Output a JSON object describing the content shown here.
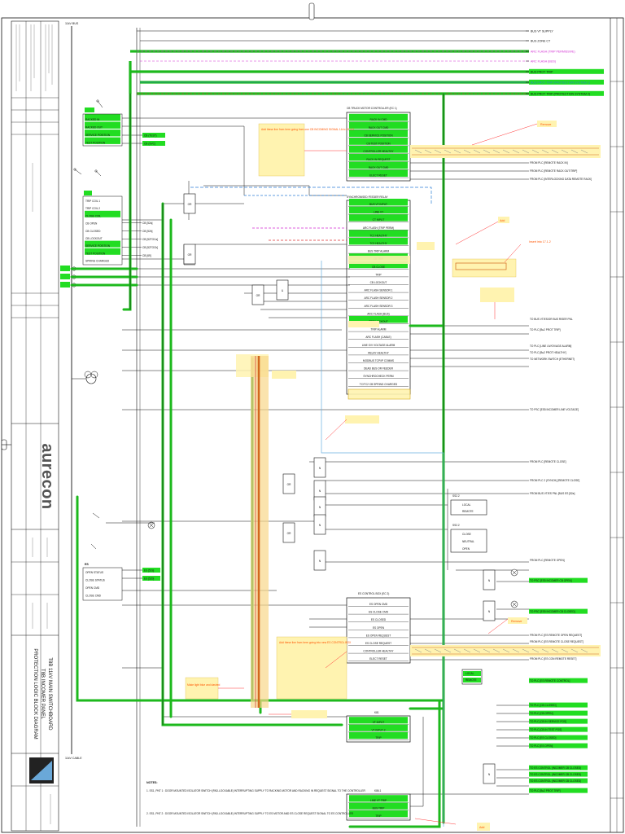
{
  "title_block": {
    "company": "aurecon",
    "drawing_title_1": "T8B 11kV MAIN SWITCHBOARD",
    "drawing_title_2": "PROTECTION LOGIC BLOCK DIAGRAM",
    "drawing_title_3": "T8B INCOMER PANEL"
  },
  "bus": {
    "top_left": "11kV BUS",
    "bottom_left": "11kV CABLE",
    "rails": [
      {
        "label": "BUS VT SUPPLY",
        "color": "#111111"
      },
      {
        "label": "BUS ZONE CT",
        "color": "#111111"
      },
      {
        "label": "ARC FLASH (TRIP PERMISSIVE)",
        "color": "#d12ad1"
      },
      {
        "label": "ARC FLASH (BUS)",
        "color": "#d12ad1"
      },
      {
        "label": "BUS PROT TRIP",
        "color": "#111111"
      },
      {
        "label": "BUS PROT TRIP (PROTECTION SYSTEM 1)",
        "color": "#2c7fd6"
      },
      {
        "label": "BUS PROT TRIP (PROTECTION SYSTEM 2)",
        "color": "#111111"
      }
    ]
  },
  "breaker_contacts": {
    "label": "CB",
    "items": [
      "RACKED IN",
      "RACKED OUT",
      "SERVICE POSITION",
      "TEST POSITION"
    ],
    "outs": [
      "CB (TEST)",
      "CB (SVC)"
    ]
  },
  "cb_inputs": {
    "label": "CB",
    "items": [
      "TRIP COIL 1",
      "TRIP COIL 2",
      "CLOSE COIL",
      "CB OPEN",
      "CB CLOSED",
      "CB LOCKOUT",
      "SERVICE POSITION",
      "TEST POSITION",
      "SPRING CHARGED"
    ],
    "outs": [
      "CB [52a]",
      "CB [52b]",
      "CB [52TOCa]",
      "CB [52TOCb]",
      "CB [69]"
    ]
  },
  "relay_boxes": {
    "controller_title": "CB TRUCK MOTOR CONTROLLER (EC 1)",
    "controller": [
      "RACK IN CMD",
      "RACK OUT CMD",
      "CB SERVICE POSITION",
      "CB TEST POSITION",
      "CONTROLLER HEALTHY",
      "RACK IN REQUEST",
      "RACK OUT CMD",
      "ELECT RESET"
    ],
    "prot_title": "SYNCHRONISED FEEDER RELAY",
    "prot": [
      "BUS VT INPUT",
      "LINE VT",
      "CT INPUT",
      "ARC FLASH (TRIP PERM)",
      "TC1 HEALTHY",
      "TC2 HEALTHY",
      "BUS TRIP ALARM",
      "CB TRIP",
      "CB CLOSE",
      "TRIP",
      "CB LOCKOUT",
      "ARC FLASH SENSOR 1",
      "ARC FLASH SENSOR 2",
      "ARC FLASH SENSOR 3",
      "ARC FLASH (BUS)",
      "TRIP LOCKOUT",
      "TRIP ALARM",
      "ARC FLASH (CABLE)",
      "LINE O/V VOLTAGE ALARM",
      "RELAY HEALTHY",
      "MODBUS TCP/IP COMMS",
      "DEAD BUS OR FEEDER",
      "SYNCHROCHECK PERM",
      "TC/TC2 CB SPRING CHARGED"
    ],
    "es_title": "ES CONTROL BOX (EC 2)",
    "es": [
      "ES OPEN CMD",
      "ES CLOSE CMD",
      "ES CLOSED",
      "ES OPEN",
      "ES OPEN REQUEST",
      "ES CLOSE REQUEST",
      "CONTROLLER HEALTHY",
      "ELECT RESET"
    ],
    "k_title": "K81",
    "k": [
      "VT INPUT",
      "VT INPUT 2",
      "TRIP"
    ],
    "k2_title": "K86.1",
    "k2": [
      "LINE VT TRIP",
      "BUS TRIP",
      "TRIP"
    ]
  },
  "right_outputs": [
    "FROM PLC [REMOTE RACK IN]",
    "FROM PLC [REMOTE RACK OUT/TRIP]",
    "FROM PLC [INTERLOCKING DATA REMOTE RACK]",
    "TO BUS VT/ES/OR BUS RISER PNL",
    "TO PLC [Bu2 PROT TRIP]",
    "TO PLC [LINE UV/OV/AGE ALARM]",
    "TO PLC [Bu2 PROT HEALTHY]",
    "TO NETWORK SWITCH (ETHERNET)",
    "TO PSC [ES5 INCOMER LINE VOLTAGE]",
    "FROM PLC [REMOTE CLOSE]",
    "FROM PLC 2 (SYNCH) [REMOTE CLOSE]",
    "FROM BUS VT/ES PNL [BUS ES [52a]",
    "FROM PLC [REMOTE OPEN]",
    "TO PSC [ES5 INCOMER CB OPEN]",
    "TO PSC [ES5 INCOMER CB CLOSED]",
    "FROM PLC [ES REMOTE OPEN REQUEST]",
    "FROM PLC [ES REMOTE CLOSE REQUEST]",
    "TO PLC [ES CONTROL FAULT]",
    "FROM PLC [ES CON REMOTE RESET]",
    "TO PLC [ES REMOTE CONTROL]",
    "TO PLC [CB CLOSED]",
    "TO PLC [CB OPEN]",
    "TO PLC [CB IN SERVICE POS]",
    "TO PLC [CB IN TEST POS]",
    "TO PLC [ES CLOSED]",
    "TO PLC [ES OPEN]",
    "TO ES CONTROL (INCOMER CB CLOSED)",
    "TO ES CONTROL (INCOMER CB CLOSED)",
    "TO ES CONTROL (INCOMER CB CLOSED)",
    "TO PLC [Bu2 PROT TRIP]"
  ],
  "switches": {
    "ss2_1": "SS2.2",
    "ss2_1_items": [
      "LOCAL",
      "REMOTE"
    ],
    "ss2_2": "SS2.2",
    "ss2_2_items": [
      "CLOSE",
      "NEUTRAL",
      "OPEN"
    ],
    "es_local": [
      "LOCAL",
      "REMOTE"
    ]
  },
  "es_contacts": {
    "label": "ES",
    "items": [
      "OPEN STATUS",
      "CLOSE STATUS",
      "OPEN CMD",
      "CLOSE CMD"
    ],
    "outs": [
      "ES [52a]",
      "ES [52b]"
    ]
  },
  "gate_labels": {
    "or": "OR",
    "and": "&",
    "n": "N"
  },
  "comments": {
    "c1": "Add these line from here going from one CB INCOMING SIGNAL 1A to 1F 1.2",
    "c2": "Remove",
    "c3": "Add",
    "c4": "Insert into 17.1.2",
    "c5": "Add these line from here going into new ES CONTROL BOX",
    "c6": "Make light blue and dashed",
    "c7": "Remove",
    "c8": "Add"
  },
  "notes": {
    "heading": "NOTES:",
    "items": [
      "1.  SS1, PNT 1 : DOOR MOUNTED ISOLATOR SWITCH (PAD-LOCKABLE) INTERRUPTING SUPPLY TO RACKING MOTOR AND RACKING IN REQUEST SIGNAL TO THE CONTROLLER",
      "2.  SS1, PNT 2 : DOOR MOUNTED ISOLATOR SWITCH (PAD-LOCKABLE) INTERRUPTING SUPPLY TO ES MOTOR AND ES CLOSE REQUEST SIGNAL TO ES CONTROLLER"
    ]
  }
}
